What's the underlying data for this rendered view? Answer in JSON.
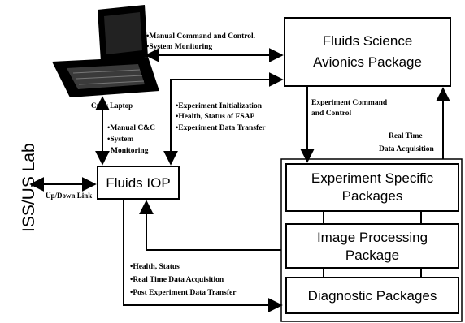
{
  "laptop": {
    "label": "Crew Laptop"
  },
  "side_label": "ISS/US Lab",
  "boxes": {
    "fsap": [
      "Fluids Science",
      "Avionics Package"
    ],
    "iop": "Fluids IOP",
    "esp": [
      "Experiment Specific",
      "Packages"
    ],
    "ipp": [
      "Image Processing",
      "Package"
    ],
    "diag": "Diagnostic Packages"
  },
  "annotations": {
    "laptop_fsap": [
      "•Manual Command and Control.",
      "•System Monitoring"
    ],
    "iop_fsap": [
      "•Experiment Initialization",
      "•Health, Status of FSAP",
      "•Experiment Data Transfer"
    ],
    "laptop_iop": [
      "•Manual C&C",
      "•System",
      "Monitoring"
    ],
    "fsap_to_packages": [
      "Experiment Command",
      "and Control"
    ],
    "packages_to_fsap": [
      "Real Time",
      "Data Acquisition"
    ],
    "link": "Up/Down Link",
    "iop_packages": [
      "•Health, Status",
      "•Real Time Data Acquisition",
      "•Post Experiment Data Transfer"
    ]
  }
}
